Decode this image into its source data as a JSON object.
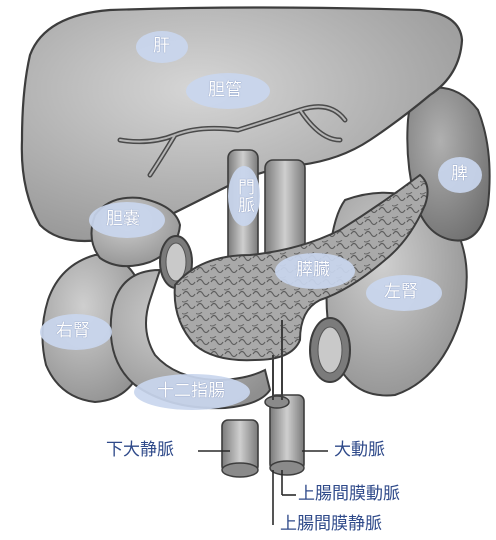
{
  "labels": {
    "liver": "肝",
    "bile_duct": "胆管",
    "spleen": "脾",
    "portal_vein": "門脈",
    "gallbladder": "胆嚢",
    "pancreas": "膵臓",
    "left_kidney": "左腎",
    "right_kidney": "右腎",
    "duodenum": "十二指腸",
    "ivc": "下大静脈",
    "aorta": "大動脈",
    "sma": "上腸間膜動脈",
    "smv": "上腸間膜静脈"
  },
  "colors": {
    "organ_fill": "#b9b9b9",
    "organ_dark": "#8a8a8a",
    "outline": "#3d3d3d",
    "label_bubble": "#c9d6ee",
    "label_text": "#ffffff",
    "callout_text": "#2f4a8a"
  }
}
